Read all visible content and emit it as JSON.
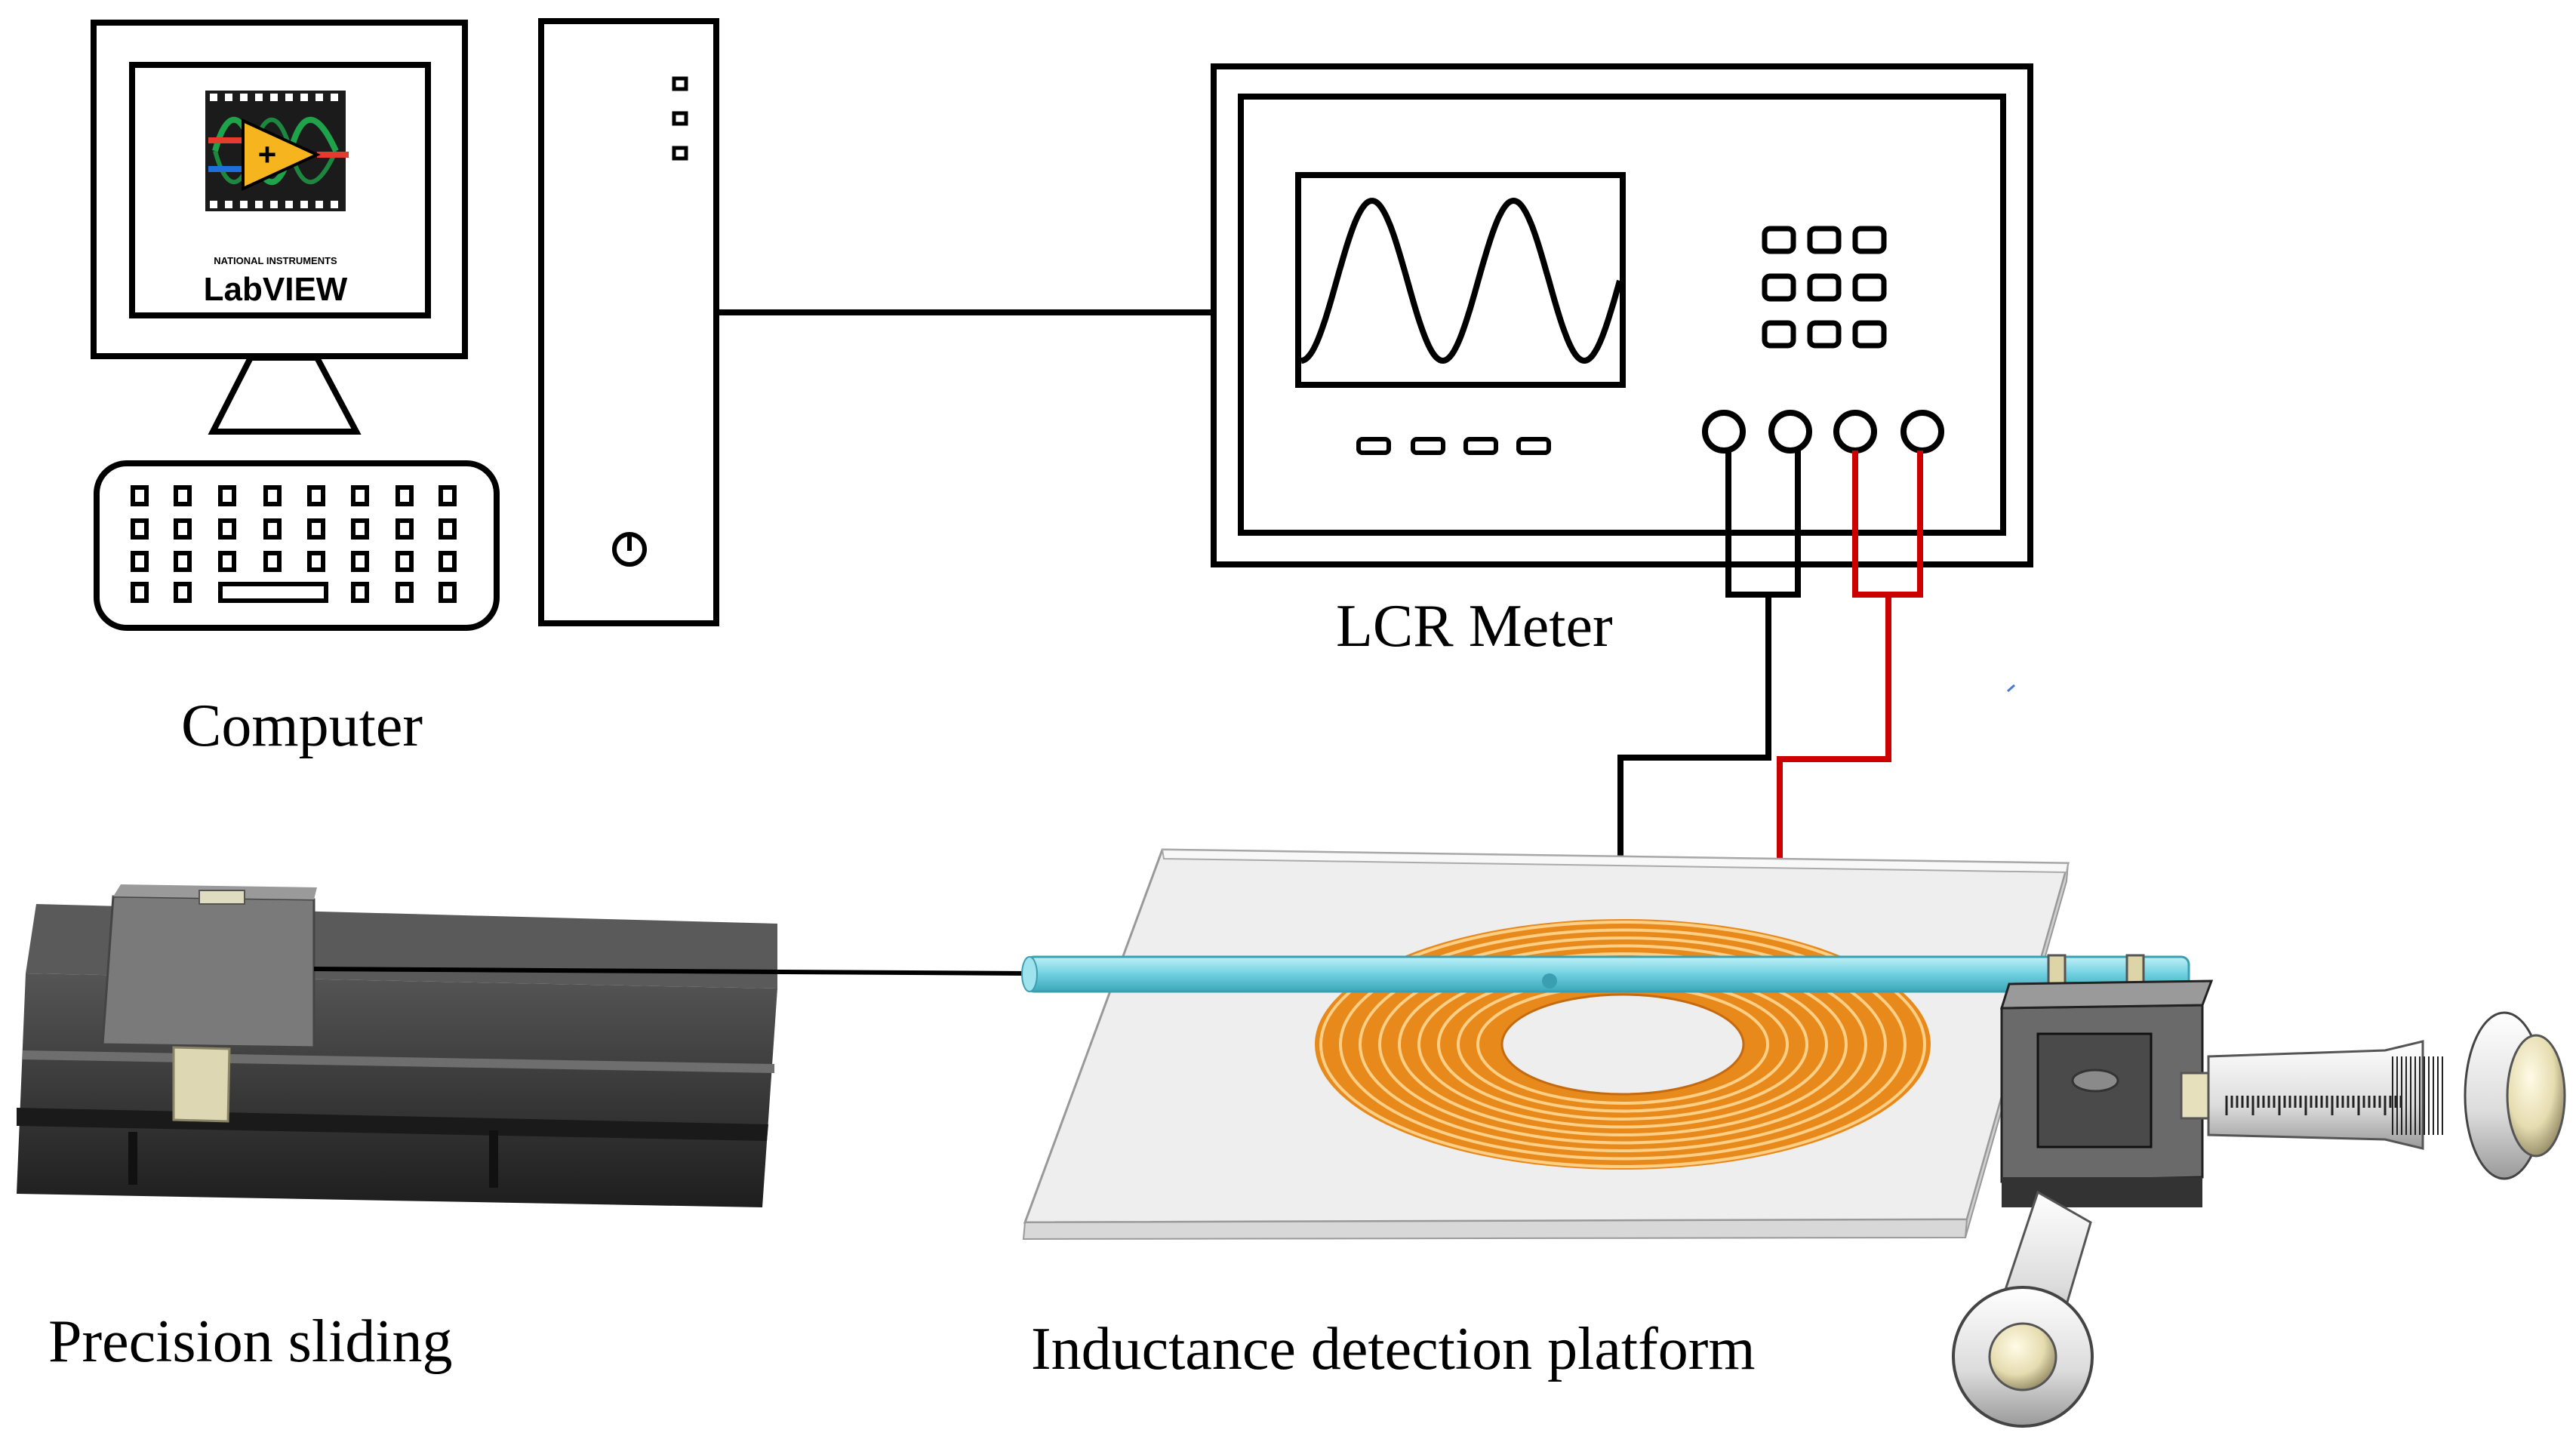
{
  "labels": {
    "computer": "Computer",
    "lcr_meter": "LCR Meter",
    "precision_sliding": "Precision sliding",
    "inductance_platform": "Inductance detection platform"
  },
  "software": {
    "brand": "LabVIEW",
    "maker": "NATIONAL INSTRUMENTS"
  },
  "colors": {
    "line": "#000000",
    "red_lead": "#cc0000",
    "coil": "#e8891c",
    "coil_stroke": "#ffcf86",
    "rod": "#6fd0df",
    "slider_body": "#3a3a3a",
    "slider_top": "#7a7a7a",
    "platform_glass": "#eeeeee",
    "micrometer": "#e8e8e8"
  }
}
